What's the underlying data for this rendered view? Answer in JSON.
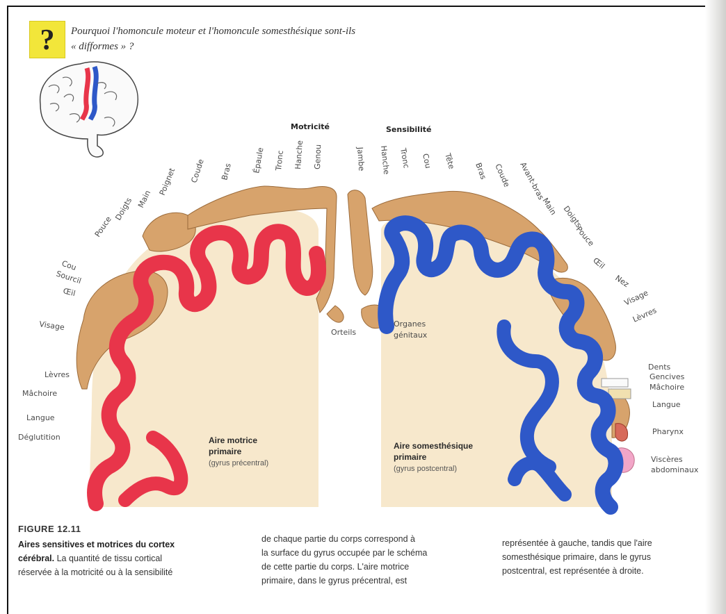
{
  "question": {
    "line1": "Pourquoi l'homoncule moteur et l'homoncule somesthésique sont-ils",
    "line2": "« difformes » ?"
  },
  "figure": {
    "motor_title": "Motricité",
    "sensory_title": "Sensibilité",
    "motor_top_labels": [
      "Pouce",
      "Doigts",
      "Main",
      "Poignet",
      "Coude",
      "Bras",
      "Épaule",
      "Tronc",
      "Hanche",
      "Genou"
    ],
    "motor_side_labels": [
      "Cou",
      "Sourcil",
      "Œil",
      "Visage",
      "Lèvres",
      "Mâchoire",
      "Langue",
      "Déglutition"
    ],
    "motor_bottom_label": "Orteils",
    "sensory_top_labels": [
      "Jambe",
      "Hanche",
      "Tronc",
      "Cou",
      "Tête",
      "Bras",
      "Coude",
      "Avant-bras",
      "Main",
      "Doigts",
      "Pouce"
    ],
    "sensory_side_labels": [
      "Œil",
      "Nez",
      "Visage",
      "Lèvres",
      "Dents",
      "Gencives",
      "Mâchoire",
      "Langue",
      "Pharynx",
      "Viscères",
      "abdominaux"
    ],
    "sensory_bottom_labels": [
      "Organes",
      "génitaux"
    ],
    "motor_area": {
      "title_line1": "Aire motrice",
      "title_line2": "primaire",
      "subtitle": "(gyrus précentral)"
    },
    "sensory_area": {
      "title_line1": "Aire somesthésique",
      "title_line2": "primaire",
      "subtitle": "(gyrus postcentral)"
    }
  },
  "caption": {
    "figure_number": "FIGURE 12.11",
    "title_line1": "Aires sensitives et motrices du cortex",
    "title_line2": "cérébral.",
    "col1_rest_line2": "La quantité de tissu cortical",
    "col1_line3": "réservée à la motricité ou à la sensibilité",
    "col2": [
      "de chaque partie du corps correspond à",
      "la surface du gyrus occupée par le schéma",
      "de cette partie du corps. L'aire motrice",
      "primaire, dans le gyrus précentral, est"
    ],
    "col3": [
      "représentée à gauche, tandis que l'aire",
      "somesthésique primaire, dans le gyrus",
      "postcentral, est représentée à droite."
    ]
  },
  "colors": {
    "motor": "#e8354a",
    "sensory": "#2e58c8",
    "tissue": "#f7e8cc",
    "skin": "#d7a36c",
    "question_box": "#f2e63a"
  }
}
